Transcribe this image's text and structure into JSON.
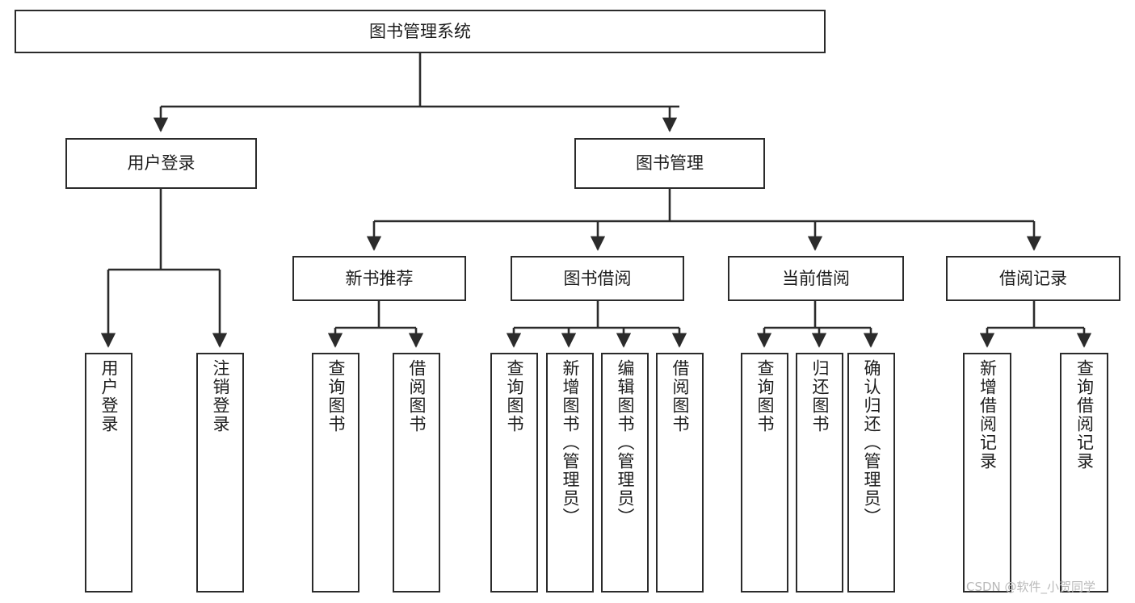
{
  "diagram": {
    "type": "tree",
    "title": "图书管理系统",
    "orientation": "top-down",
    "colors": {
      "box_border": "#2b2b2b",
      "box_fill": "#ffffff",
      "edge": "#2b2b2b",
      "text": "#1d1d1d",
      "watermark": "#b9b9b9",
      "background": "#ffffff"
    },
    "root": {
      "label": "图书管理系统"
    },
    "level2": [
      {
        "label": "用户登录"
      },
      {
        "label": "图书管理"
      }
    ],
    "level3": [
      {
        "label": "新书推荐"
      },
      {
        "label": "图书借阅"
      },
      {
        "label": "当前借阅"
      },
      {
        "label": "借阅记录"
      }
    ],
    "leaves": {
      "user_login": [
        {
          "label": "用户登录"
        },
        {
          "label": "注销登录"
        }
      ],
      "new_book_recommend": [
        {
          "label": "查询图书"
        },
        {
          "label": "借阅图书"
        }
      ],
      "book_borrow": [
        {
          "label": "查询图书"
        },
        {
          "label": "新增图书（管理员）"
        },
        {
          "label": "编辑图书（管理员）"
        },
        {
          "label": "借阅图书"
        }
      ],
      "current_borrow": [
        {
          "label": "查询图书"
        },
        {
          "label": "归还图书"
        },
        {
          "label": "确认归还（管理员）"
        }
      ],
      "borrow_record": [
        {
          "label": "新增借阅记录"
        },
        {
          "label": "查询借阅记录"
        }
      ]
    }
  },
  "watermark": {
    "text": "CSDN @软件_小贺同学"
  }
}
